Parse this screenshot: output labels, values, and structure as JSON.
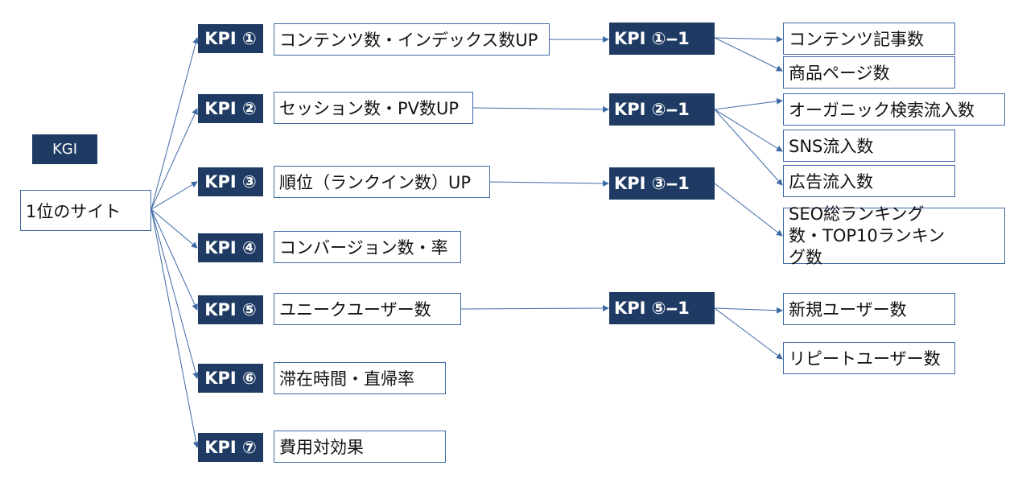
{
  "kgi": {
    "label": "KGI",
    "target": "1位のサイト"
  },
  "kpis": [
    {
      "label": "KPI ①",
      "text": "コンテンツ数・インデックス数UP"
    },
    {
      "label": "KPI ②",
      "text": "セッション数・PV数UP"
    },
    {
      "label": "KPI ③",
      "text": "順位（ランクイン数）UP"
    },
    {
      "label": "KPI ④",
      "text": "コンバージョン数・率"
    },
    {
      "label": "KPI ⑤",
      "text": "ユニークユーザー数"
    },
    {
      "label": "KPI ⑥",
      "text": "滞在時間・直帰率"
    },
    {
      "label": "KPI ⑦",
      "text": "費用対効果"
    }
  ],
  "sub_kpis": [
    {
      "label": "KPI ①‒1",
      "items": [
        "コンテンツ記事数",
        "商品ページ数"
      ]
    },
    {
      "label": "KPI ②‒1",
      "items": [
        "オーガニック検索流入数",
        "SNS流入数",
        "広告流入数"
      ]
    },
    {
      "label": "KPI ③‒1",
      "items": [
        "SEO総ランキング数・TOP10ランキング数"
      ]
    },
    {
      "label": "KPI ⑤‒1",
      "items": [
        "新規ユーザー数",
        "リピートユーザー数"
      ]
    }
  ]
}
